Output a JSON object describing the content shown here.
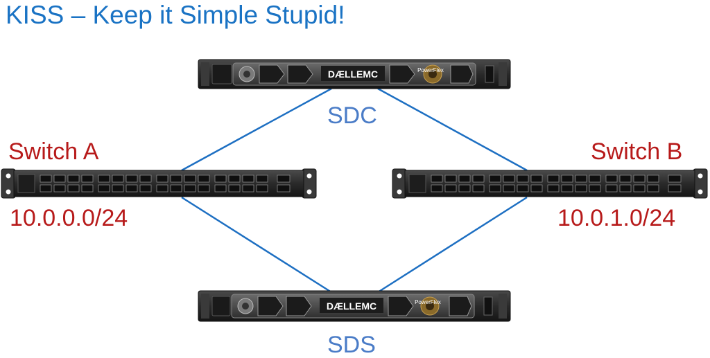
{
  "title": "KISS – Keep it Simple Stupid!",
  "nodes": {
    "sdc": {
      "label": "SDC",
      "brand": "DÆLLEMC",
      "product": "PowerFlex"
    },
    "sds": {
      "label": "SDS",
      "brand": "DÆLLEMC",
      "product": "PowerFlex"
    },
    "switch_a": {
      "label": "Switch A",
      "subnet": "10.0.0.0/24"
    },
    "switch_b": {
      "label": "Switch B",
      "subnet": "10.0.1.0/24"
    }
  },
  "links": [
    {
      "from": "sdc",
      "to": "switch_a"
    },
    {
      "from": "sdc",
      "to": "switch_b"
    },
    {
      "from": "sds",
      "to": "switch_a"
    },
    {
      "from": "sds",
      "to": "switch_b"
    }
  ],
  "colors": {
    "title": "#1a73c4",
    "server_label": "#4a7cc7",
    "switch_label": "#b71a1a",
    "link": "#1d6fc2",
    "chassis": "#2b2b2b"
  }
}
